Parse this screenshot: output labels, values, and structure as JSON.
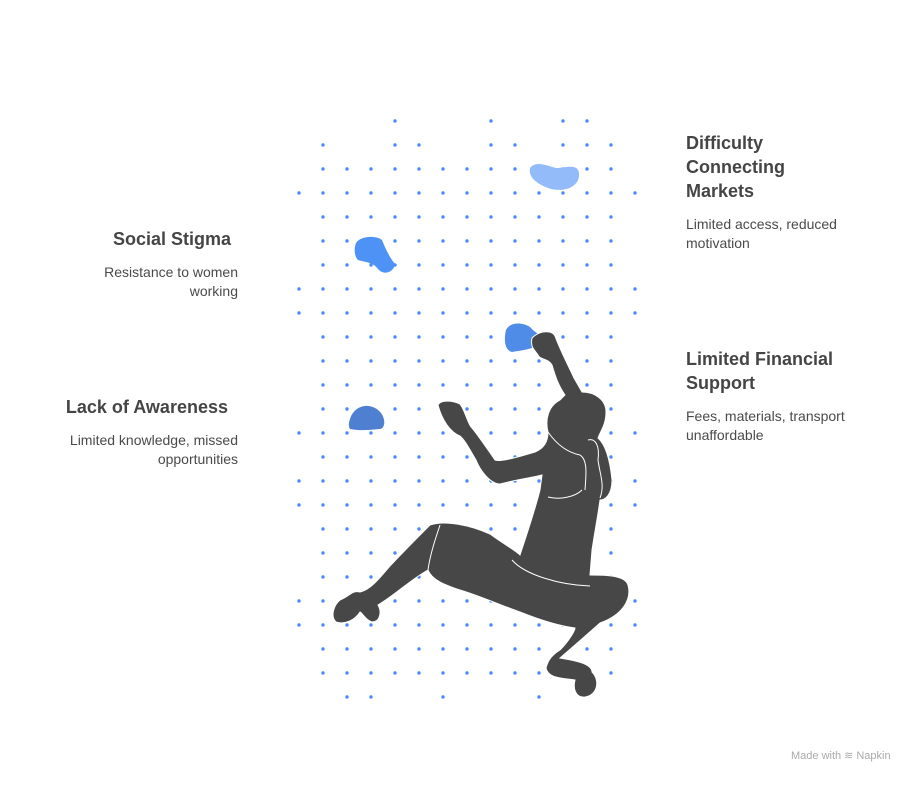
{
  "items": [
    {
      "title": "Difficulty Connecting Markets",
      "description": "Limited access, reduced motivation"
    },
    {
      "title": "Social Stigma",
      "description": "Resistance to women working"
    },
    {
      "title": "Limited Financial Support",
      "description": "Fees, materials, transport unaffordable"
    },
    {
      "title": "Lack of Awareness",
      "description": "Limited knowledge, missed opportunities"
    }
  ],
  "footer": {
    "made_with": "Made with",
    "brand": "Napkin"
  },
  "colors": {
    "dot": "#4a8cf7",
    "hold_light": "#93bbf9",
    "hold_mid": "#4f92f6",
    "hold_dark": "#4f7fd0",
    "climber": "#474747"
  }
}
